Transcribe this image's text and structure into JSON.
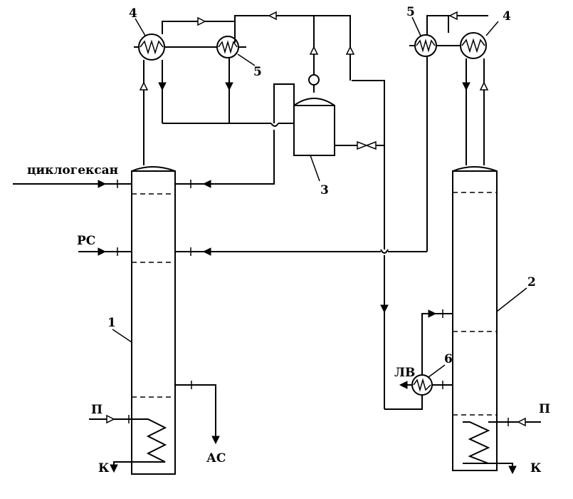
{
  "labels": {
    "feed_cyclohexane": "циклогексан",
    "feed_rs": "РС",
    "steam_left": "П",
    "steam_right": "П",
    "condensate_left": "К",
    "condensate_right": "К",
    "product_as": "АС",
    "product_lv": "ЛВ"
  },
  "numbers": {
    "column1": "1",
    "column2": "2",
    "separator3": "3",
    "condenser4_left": "4",
    "condenser4_right": "4",
    "cooler5_left": "5",
    "cooler5_right": "5",
    "heat_exchanger6": "6"
  },
  "colors": {
    "line": "#000000",
    "background": "#ffffff"
  }
}
